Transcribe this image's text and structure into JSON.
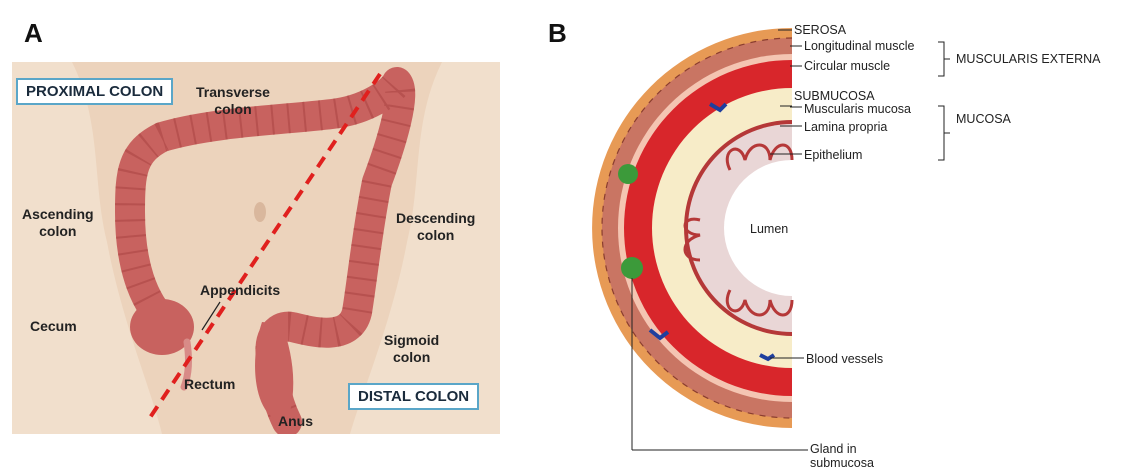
{
  "panel_a": {
    "letter": "A",
    "callouts": {
      "proximal": "PROXIMAL COLON",
      "distal": "DISTAL COLON"
    },
    "labels": {
      "transverse": [
        "Transverse",
        "colon"
      ],
      "ascending": [
        "Ascending",
        "colon"
      ],
      "descending": [
        "Descending",
        "colon"
      ],
      "appendicits": "Appendicits",
      "cecum": "Cecum",
      "sigmoid": [
        "Sigmoid",
        "colon"
      ],
      "rectum": "Rectum",
      "anus": "Anus"
    }
  },
  "panel_b": {
    "letter": "B",
    "layers": {
      "serosa": "SEROSA",
      "longitudinal": "Longitudinal muscle",
      "circular": "Circular muscle",
      "muscularis_externa": "MUSCULARIS EXTERNA",
      "submucosa": "SUBMUCOSA",
      "muscularis_mucosa": "Muscularis mucosa",
      "lamina_propria": "Lamina propria",
      "epithelium": "Epithelium",
      "mucosa": "MUCOSA",
      "lumen": "Lumen",
      "blood_vessels": "Blood vessels",
      "gland": [
        "Gland in",
        "submucosa"
      ]
    }
  },
  "colors": {
    "skin": "#f1dfcc",
    "colon": "#c8625f",
    "dashed_line": "#e0201e",
    "callout_border": "#5aa6c8",
    "muscle_red": "#d8262b",
    "submucosa_cream": "#f7ecc8",
    "serosa_orange": "#e79a55"
  }
}
